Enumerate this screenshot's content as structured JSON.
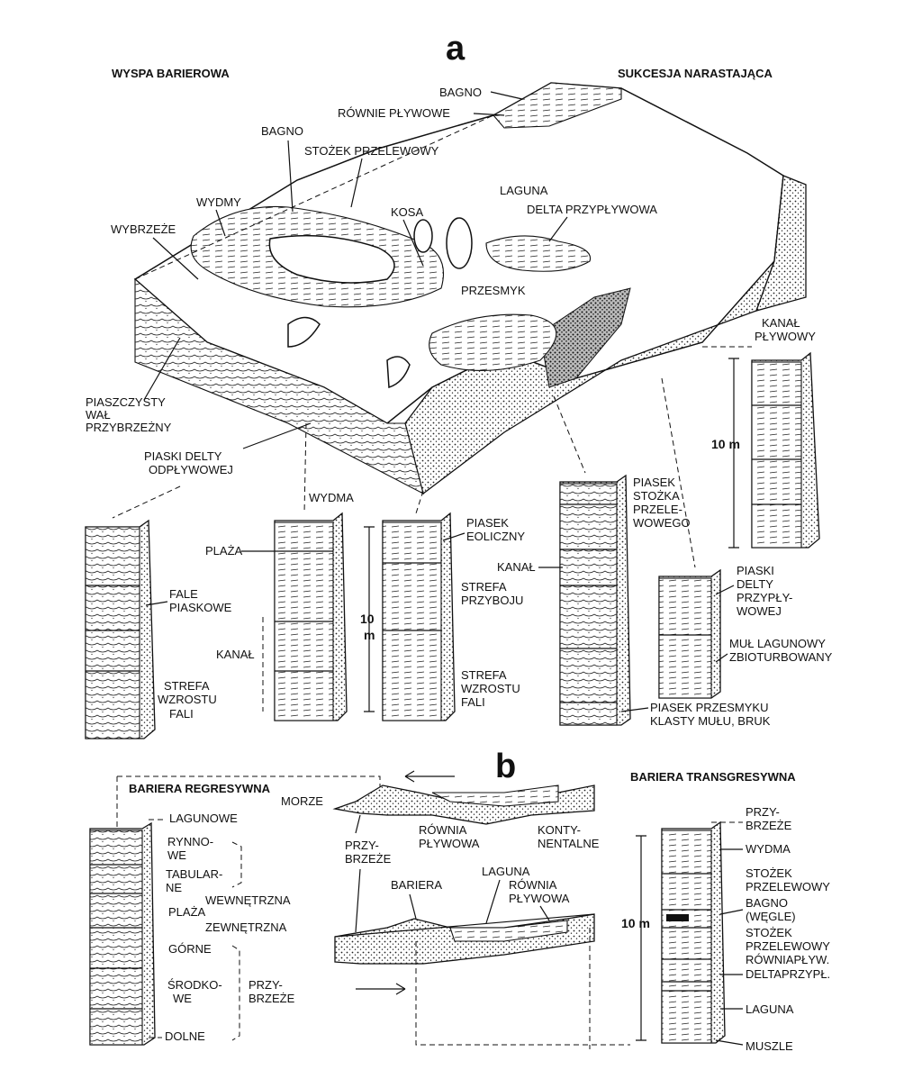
{
  "panel_a": {
    "letter": "a",
    "title_left": "WYSPA BARIEROWA",
    "title_right": "SUKCESJA NARASTAJĄCA",
    "block_labels": {
      "bagno_top": "BAGNO",
      "rownie_plywowe": "RÓWNIE PŁYWOWE",
      "bagno_left": "BAGNO",
      "stozek_przelewowy": "STOŻEK PRZELEWOWY",
      "laguna": "LAGUNA",
      "delta_przyplywowa": "DELTA PRZYPŁYWOWA",
      "wydmy": "WYDMY",
      "kosa": "KOSA",
      "wybrzeze": "WYBRZEŻE",
      "przesmyk": "PRZESMYK",
      "kanal_plywowy_1": "KANAŁ",
      "kanal_plywowy_2": "PŁYWOWY",
      "piaszczysty_1": "PIASZCZYSTY",
      "piaszczysty_2": "WAŁ",
      "piaszczysty_3": "PRZYBRZEŻNY",
      "piaski_delty_1": "PIASKI DELTY",
      "piaski_delty_2": "ODPŁYWOWEJ"
    },
    "columns": {
      "col1": {
        "fale_1": "FALE",
        "fale_2": "PIASKOWE",
        "strefa_1": "STREFA",
        "strefa_2": "WZROSTU",
        "strefa_3": "FALI"
      },
      "col2": {
        "wydma": "WYDMA",
        "plaza": "PLAŻA",
        "kanal": "KANAŁ",
        "scale_1": "10",
        "scale_2": "m"
      },
      "col3": {
        "piasek_1": "PIASEK",
        "piasek_2": "EOLICZNY",
        "przyboj_1": "STREFA",
        "przyboj_2": "PRZYBOJU",
        "wzrost_1": "STREFA",
        "wzrost_2": "WZROSTU",
        "wzrost_3": "FALI"
      },
      "col4": {
        "stozek_1": "PIASEK",
        "stozek_2": "STOŻKA",
        "stozek_3": "PRZELE-",
        "stozek_4": "WOWEGO",
        "kanal": "KANAŁ",
        "przesmyk_1": "PIASEK PRZESMYKU",
        "przesmyk_2": "KLASTY MUŁU, BRUK"
      },
      "col5": {
        "delta_1": "PIASKI",
        "delta_2": "DELTY",
        "delta_3": "PRZYPŁY-",
        "delta_4": "WOWEJ",
        "mul_1": "MUŁ LAGUNOWY",
        "mul_2": "ZBIOTURBOWANY"
      },
      "col6": {
        "scale": "10 m"
      }
    }
  },
  "panel_b": {
    "letter": "b",
    "title_left": "BARIERA REGRESYWNA",
    "title_right": "BARIERA TRANSGRESYWNA",
    "left_column": {
      "lagunowe": "LAGUNOWE",
      "rynnowe_1": "RYNNO-",
      "rynnowe_2": "WE",
      "tabularne_1": "TABULAR-",
      "tabularne_2": "NE",
      "wewnetrzna": "WEWNĘTRZNA",
      "plaza": "PLAŻA",
      "zewnetrzna": "ZEWNĘTRZNA",
      "gorne": "GÓRNE",
      "srodkowe_1": "ŚRODKO-",
      "srodkowe_2": "WE",
      "przybrzeze_1": "PRZY-",
      "przybrzeze_2": "BRZEŻE",
      "dolne": "DOLNE"
    },
    "section": {
      "morze": "MORZE",
      "przybrzeze_1": "PRZY-",
      "przybrzeze_2": "BRZEŻE",
      "rownia_1": "RÓWNIA",
      "rownia_2": "PŁYWOWA",
      "kontynentalne_1": "KONTY-",
      "kontynentalne_2": "NENTALNE",
      "laguna": "LAGUNA",
      "bariera": "BARIERA",
      "rownia2_1": "RÓWNIA",
      "rownia2_2": "PŁYWOWA"
    },
    "right_column": {
      "przybrzeze_1": "PRZY-",
      "przybrzeze_2": "BRZEŻE",
      "wydma": "WYDMA",
      "stozek_1": "STOŻEK",
      "stozek_2": "PRZELEWOWY",
      "bagno_1": "BAGNO",
      "bagno_2": "(WĘGLE)",
      "stozek2_1": "STOŻEK",
      "stozek2_2": "PRZELEWOWY",
      "rownia": "RÓWNIAPŁYW.",
      "delta": "DELTAPRZYPŁ.",
      "laguna": "LAGUNA",
      "muszle": "MUSZLE",
      "scale": "10 m"
    }
  }
}
